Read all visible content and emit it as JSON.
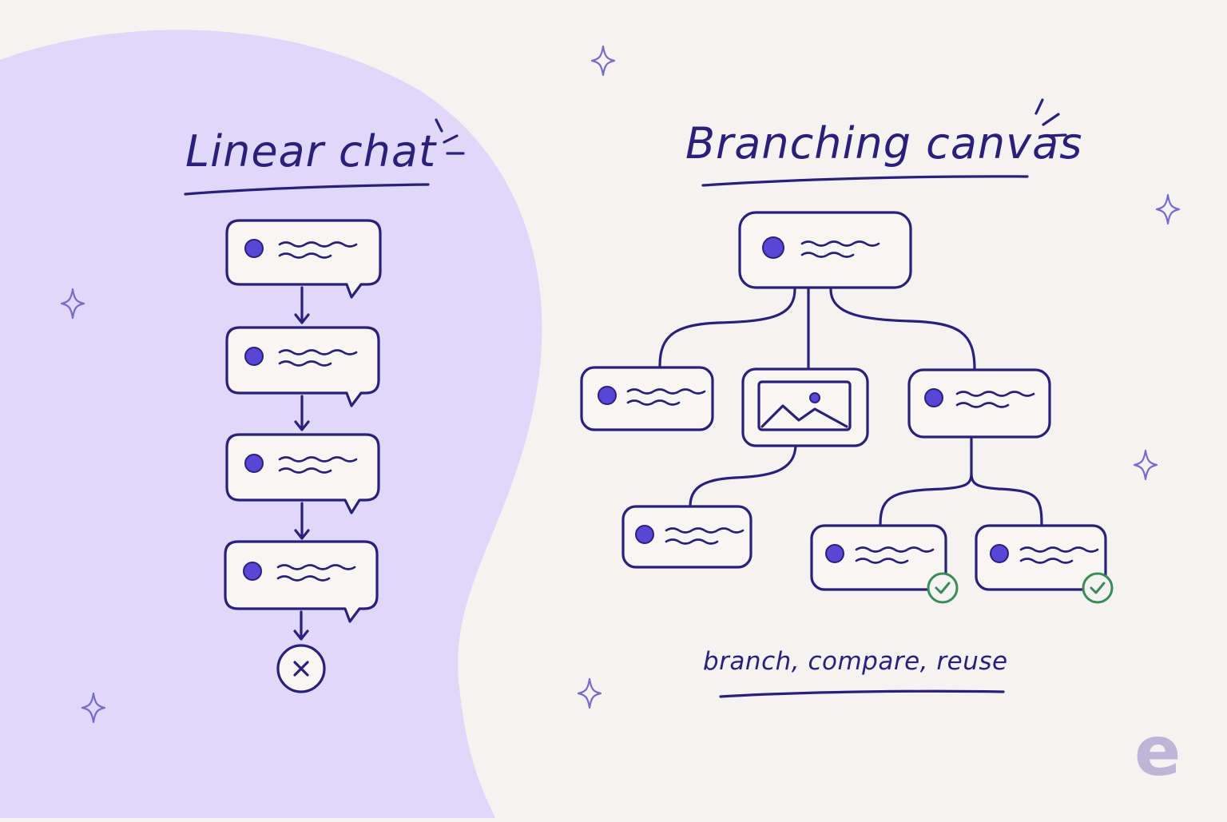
{
  "left_panel": {
    "title": "Linear chat",
    "bubble_count": 4
  },
  "right_panel": {
    "title": "Branching canvas",
    "caption": "branch, compare, reuse"
  },
  "logo": {
    "letter": "e"
  },
  "colors": {
    "background": "#f4f3f1",
    "left_blob": "#e0d8f8",
    "ink": "#2b1f7a",
    "accent_dot": "#5b45d6",
    "check_green": "#3b8a5a",
    "sparkle": "#7b6bc8",
    "logo": "#bdb6d6"
  },
  "icons": {
    "end": "x-circle-icon",
    "image_node": "image-icon",
    "completed": "check-circle-icon",
    "decoration": "sparkle-icon"
  }
}
